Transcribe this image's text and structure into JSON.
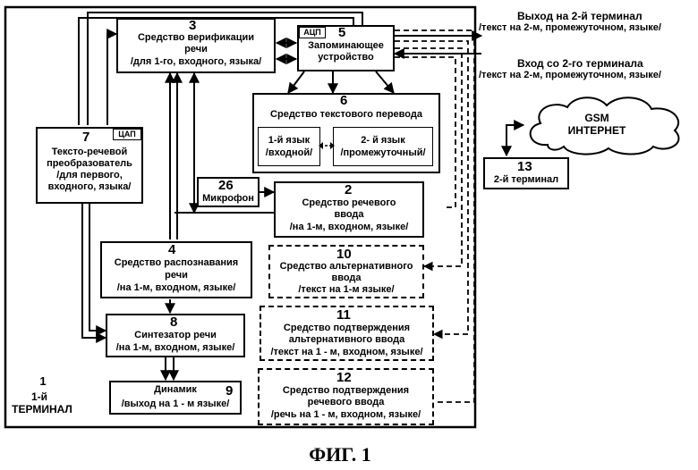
{
  "external": {
    "output_title": "Выход на 2-й терминал",
    "output_sub": "/текст на 2-м, промежуточном, языке/",
    "input_title": "Вход со 2-го терминала",
    "input_sub": "/текст на 2-м, промежуточном, языке/",
    "cloud_line1": "GSM",
    "cloud_line2": "ИНТЕРНЕТ"
  },
  "blocks": {
    "b3": {
      "num": "3",
      "l1": "Средство верификации",
      "l2": "речи",
      "l3": "/для 1-го, входного, языка/"
    },
    "b5": {
      "num": "5",
      "tag": "АЦП",
      "l1": "Запоминающее",
      "l2": "устройство"
    },
    "b6": {
      "num": "6",
      "l1": "Средство текстового перевода",
      "left1": "1-й язык",
      "left2": "/входной/",
      "right1": "2- й язык",
      "right2": "/промежуточный/"
    },
    "b7": {
      "num": "7",
      "tag": "ЦАП",
      "l1": "Тексто-речевой",
      "l2": "преобразователь",
      "l3": "/для первого,",
      "l4": "входного, языка/"
    },
    "b26": {
      "num": "26",
      "l1": "Микрофон"
    },
    "b2": {
      "num": "2",
      "l1": "Средство речевого",
      "l2": "ввода",
      "l3": "/на 1-м, входном, языке/"
    },
    "b4": {
      "num": "4",
      "l1": "Средство распознавания",
      "l2": "речи",
      "l3": "/на 1-м, входном, языке/"
    },
    "b10": {
      "num": "10",
      "l1": "Средство альтернативного",
      "l2": "ввода",
      "l3": "/текст на 1-м языке/"
    },
    "b8": {
      "num": "8",
      "l1": "Синтезатор речи",
      "l2": "/на 1-м, входном, языке/"
    },
    "b11": {
      "num": "11",
      "l1": "Средство  подтверждения",
      "l2": "альтернативного ввода",
      "l3": "/текст на 1 - м, входном, языке/"
    },
    "b9": {
      "num": "9",
      "l1": "Динамик",
      "l2": "/выход на 1 - м языке/"
    },
    "b12": {
      "num": "12",
      "l1": "Средство подтверждения",
      "l2": "речевого ввода",
      "l3": "/речь на 1 - м, входном, языке/"
    },
    "b13": {
      "num": "13",
      "l1": "2-й терминал"
    }
  },
  "terminal1": {
    "num": "1",
    "l1": "1-й",
    "l2": "ТЕРМИНАЛ"
  },
  "caption": "ФИГ. 1"
}
